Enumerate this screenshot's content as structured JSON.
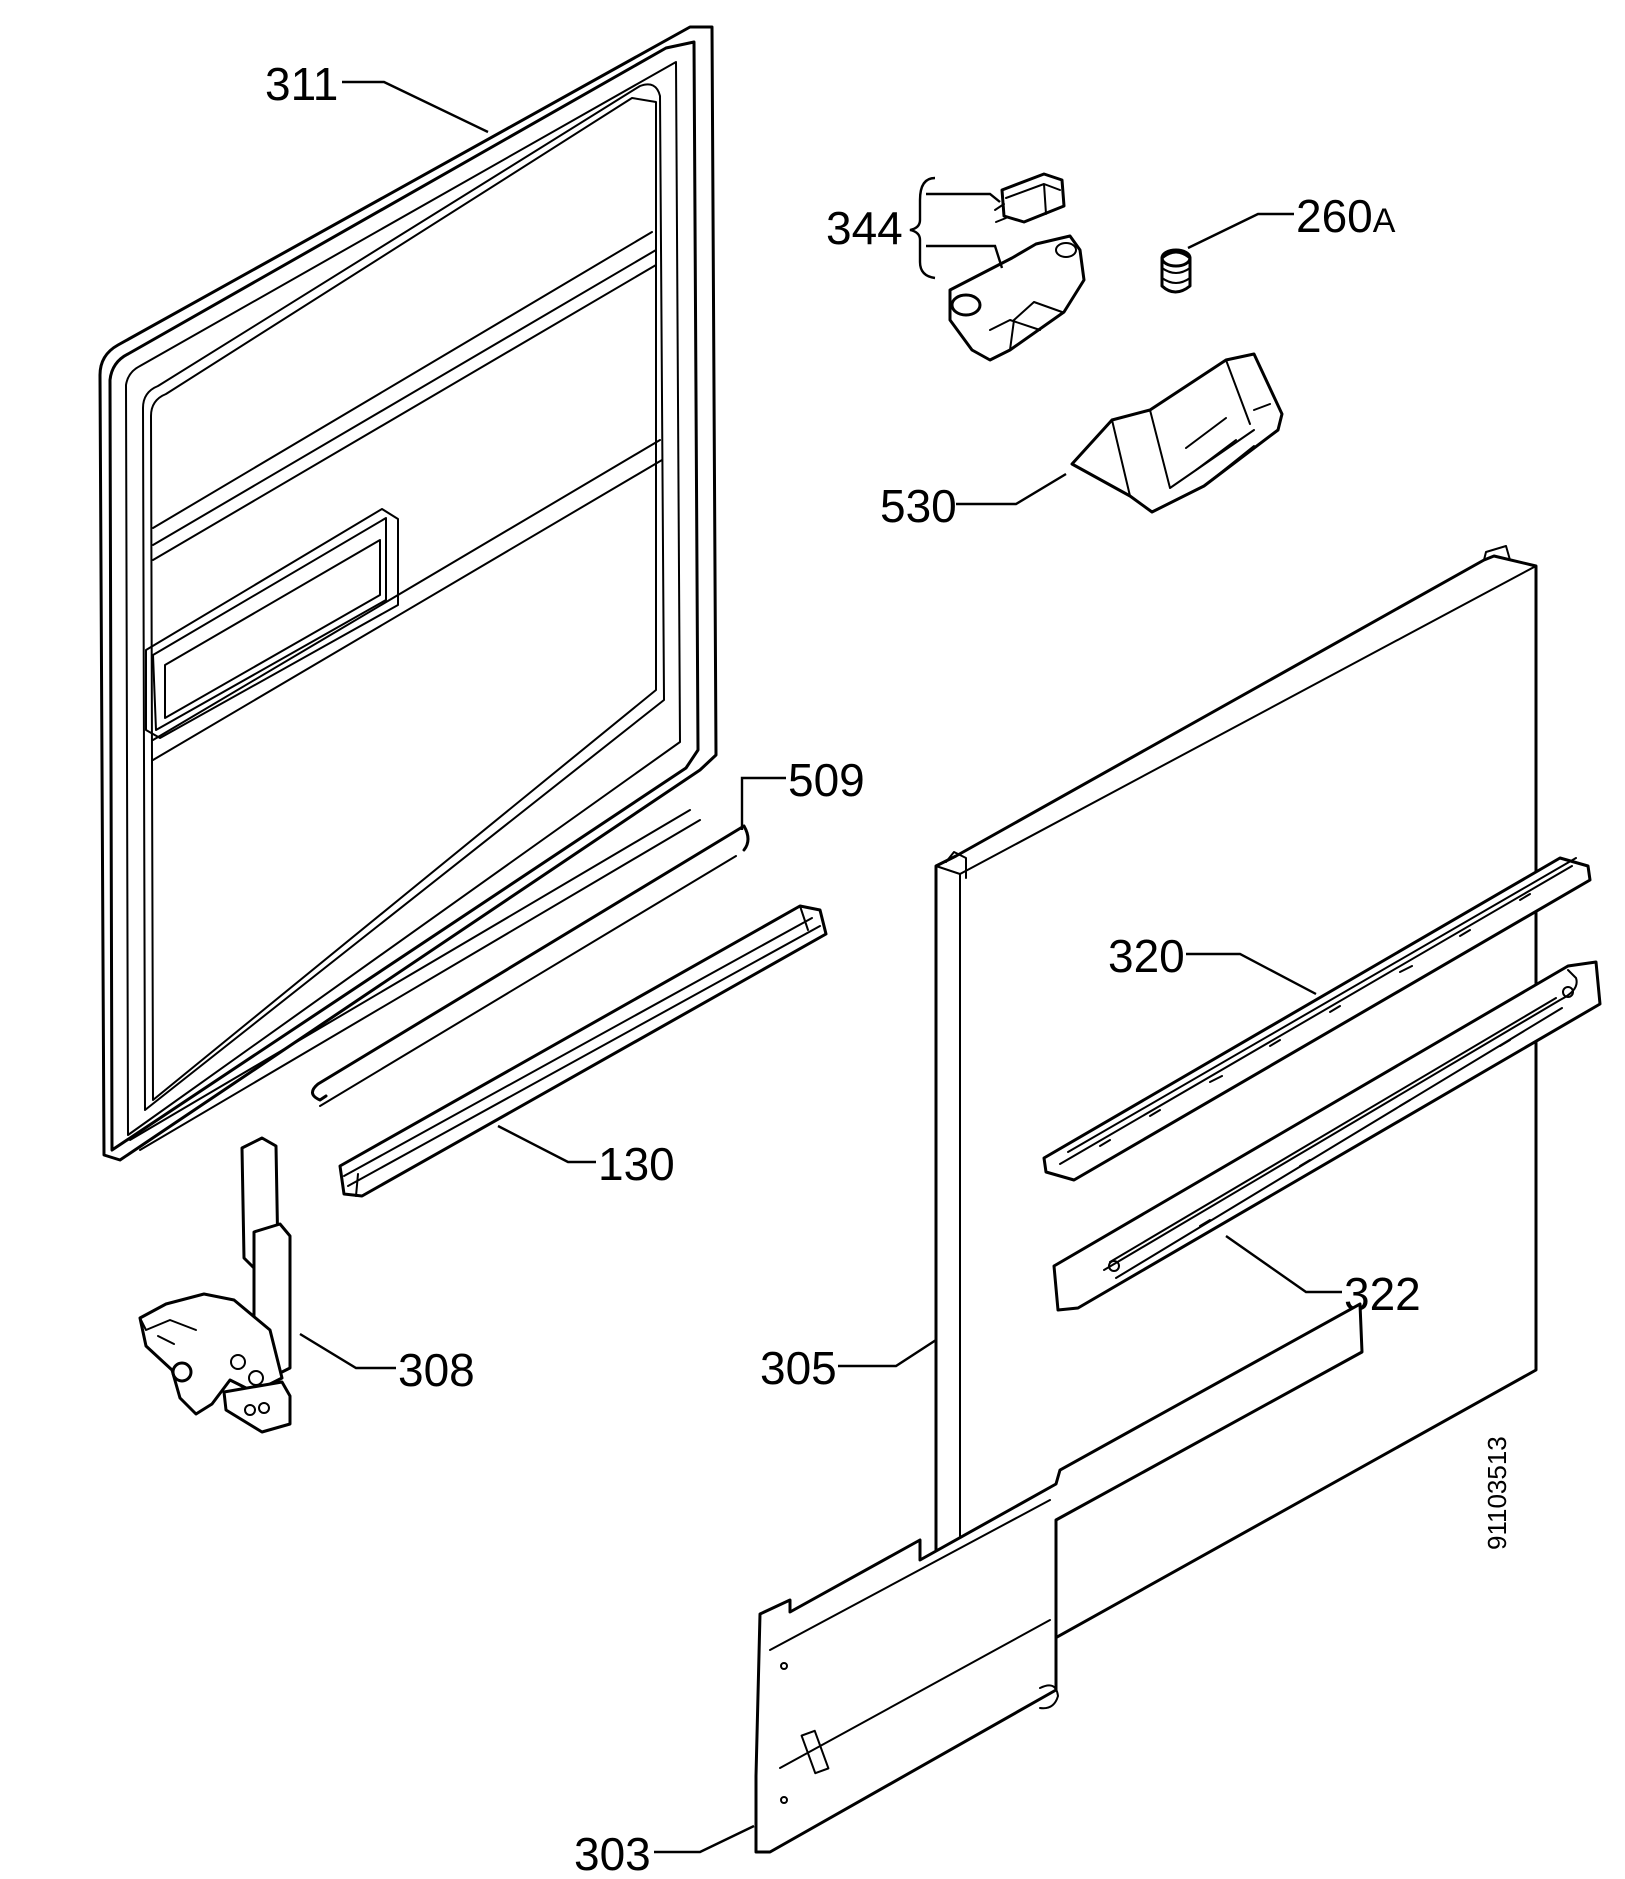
{
  "callouts": {
    "c311": "311",
    "c344": "344",
    "c260": "260",
    "c260_suffix": "A",
    "c530": "530",
    "c509": "509",
    "c320": "320",
    "c130": "130",
    "c322": "322",
    "c308": "308",
    "c305": "305",
    "c303": "303"
  },
  "document_number": "91103513"
}
